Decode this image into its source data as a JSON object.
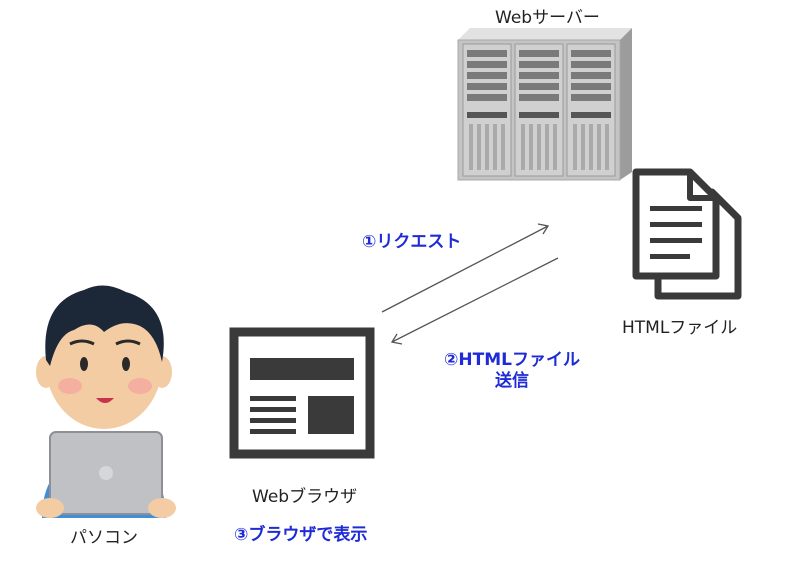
{
  "nodes": {
    "web_server": {
      "label": "Webサーバー"
    },
    "html_file": {
      "label": "HTMLファイル"
    },
    "browser": {
      "label": "Webブラウザ"
    },
    "pc": {
      "label": "パソコン"
    }
  },
  "steps": {
    "request": {
      "label": "①リクエスト"
    },
    "send_line1": "②HTMLファイル",
    "send_line2": "送信",
    "display": {
      "label": "③ブラウザで表示"
    }
  },
  "colors": {
    "step_text": "#1e2bd6",
    "server_body": "#c4c4c4",
    "browser_frame": "#3a3a3a",
    "document_outline": "#3a3a3a",
    "laptop_blue": "#3f8fd8"
  },
  "icons": [
    "server-icon",
    "document-icon",
    "browser-window-icon",
    "person-with-laptop-icon",
    "arrow-icon"
  ]
}
